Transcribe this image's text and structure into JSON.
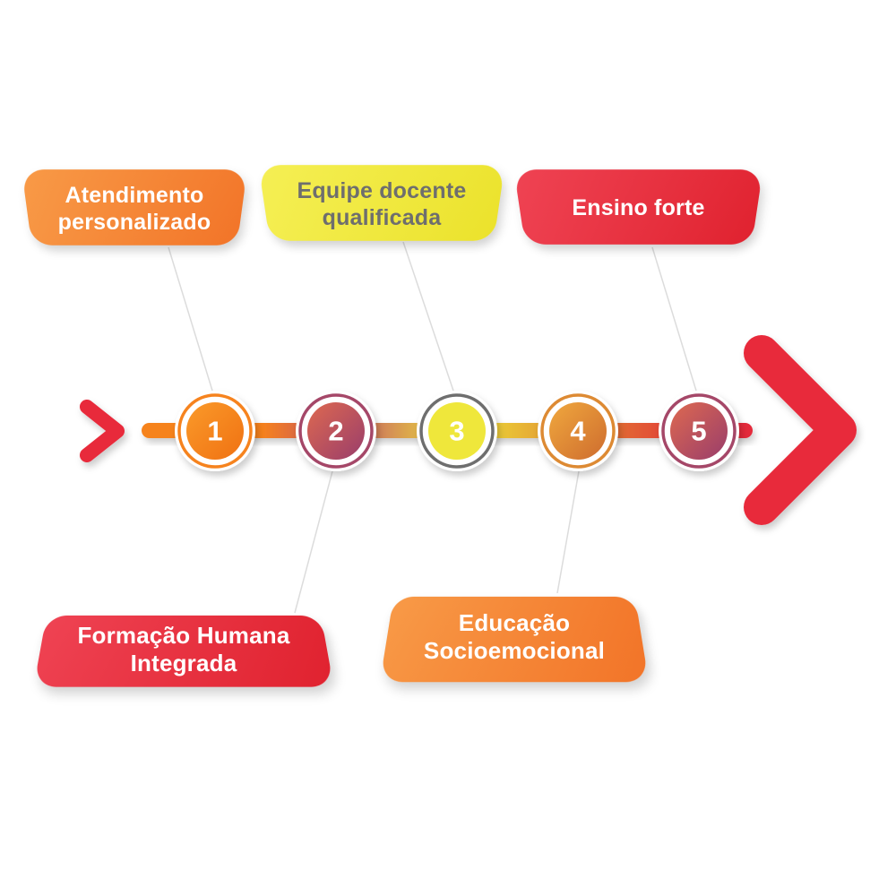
{
  "diagram": {
    "banners": {
      "top": [
        {
          "label": "Atendimento personalizado",
          "color": "#F58634",
          "text_color": "#FFFFFF"
        },
        {
          "label": "Equipe docente qualificada",
          "color": "#EFE73B",
          "text_color": "#6E6E6E"
        },
        {
          "label": "Ensino forte",
          "color": "#E6323F",
          "text_color": "#FFFFFF"
        }
      ],
      "bottom": [
        {
          "label": "Formação Humana Integrada",
          "color": "#E6323F",
          "text_color": "#FFFFFF"
        },
        {
          "label": "Educação Socioemocional",
          "color": "#F58634",
          "text_color": "#FFFFFF"
        }
      ]
    },
    "steps": [
      {
        "number": "1",
        "color": "#F6831E"
      },
      {
        "number": "2",
        "color": "#A54768"
      },
      {
        "number": "3",
        "color": "#EFE73B"
      },
      {
        "number": "4",
        "color": "#DD8A33"
      },
      {
        "number": "5",
        "color": "#A54768"
      }
    ],
    "timeline": {
      "start_color": "#F6831E",
      "mid_colors": [
        "#C14F66",
        "#EFE73B",
        "#E0862F"
      ],
      "end_color": "#E4293B",
      "arrow_color": "#E8293B"
    }
  }
}
